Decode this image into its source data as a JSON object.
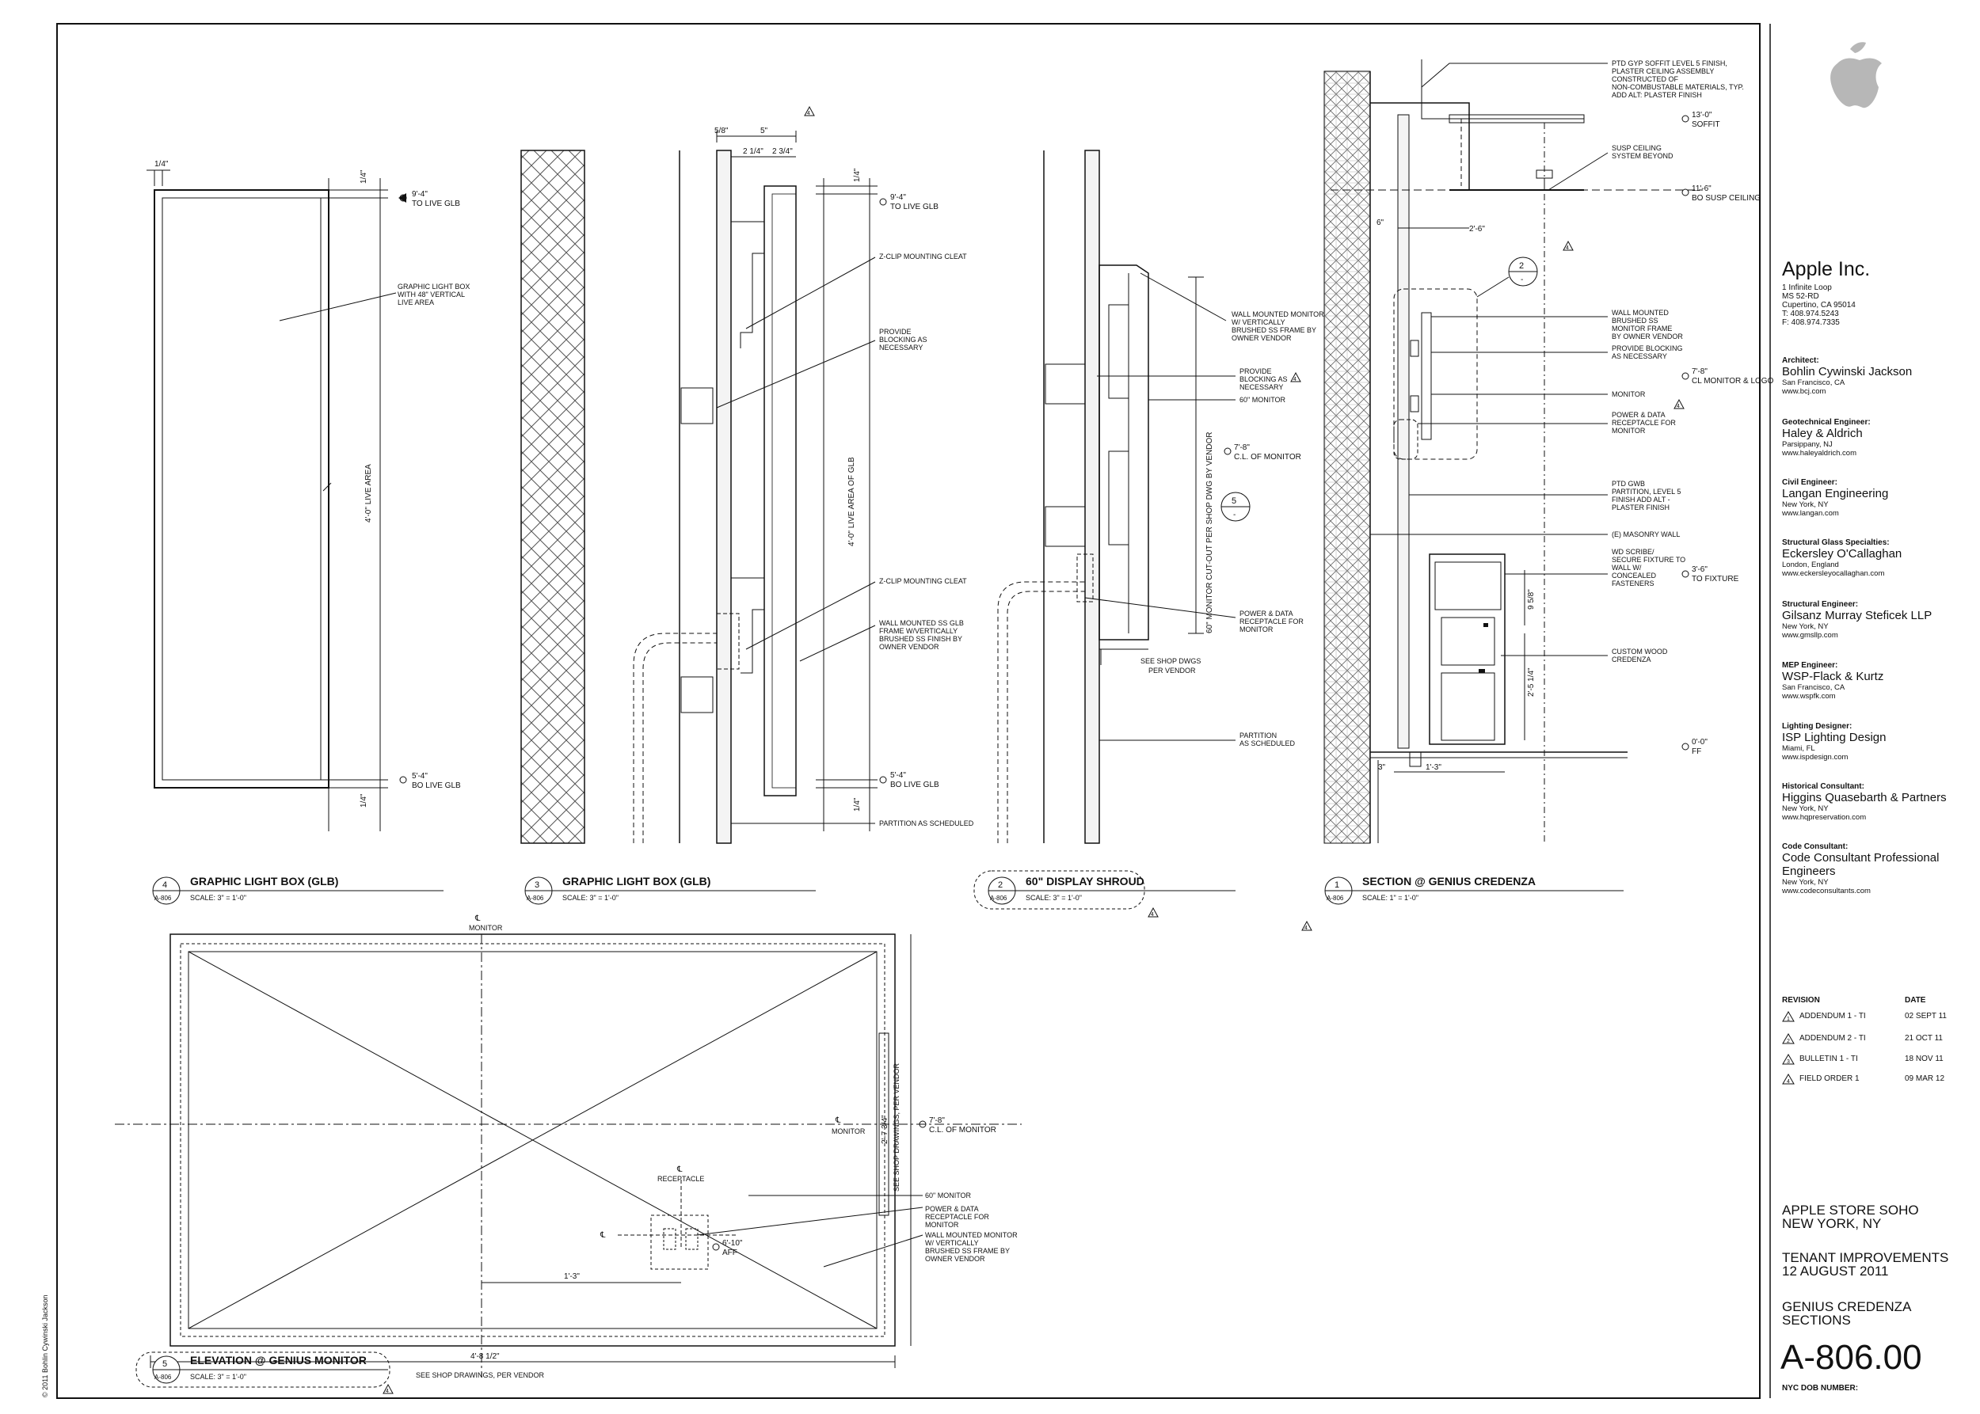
{
  "sheet": {
    "number": "A-806.00",
    "nyc_dob_label": "NYC DOB NUMBER:",
    "copyright": "© 2011 Bohlin Cywinski Jackson"
  },
  "client": {
    "name": "Apple Inc.",
    "address": [
      "1 Infinite Loop",
      "MS 52-RD",
      "Cupertino, CA 95014",
      "T: 408.974.5243",
      "F: 408.974.7335"
    ],
    "logo": "apple-logo"
  },
  "consultants": [
    {
      "role": "Architect:",
      "name": "Bohlin Cywinski Jackson",
      "lines": [
        "San Francisco, CA",
        "www.bcj.com"
      ]
    },
    {
      "role": "Geotechnical Engineer:",
      "name": "Haley & Aldrich",
      "lines": [
        "Parsippany, NJ",
        "www.haleyaldrich.com"
      ]
    },
    {
      "role": "Civil Engineer:",
      "name": "Langan Engineering",
      "lines": [
        "New York, NY",
        "www.langan.com"
      ]
    },
    {
      "role": "Structural Glass Specialties:",
      "name": "Eckersley O'Callaghan",
      "lines": [
        "London, England",
        "www.eckersleyocallaghan.com"
      ]
    },
    {
      "role": "Structural Engineer:",
      "name": "Gilsanz Murray Steficek LLP",
      "lines": [
        "New York, NY",
        "www.gmsllp.com"
      ]
    },
    {
      "role": "MEP Engineer:",
      "name": "WSP-Flack & Kurtz",
      "lines": [
        "San Francisco, CA",
        "www.wspfk.com"
      ]
    },
    {
      "role": "Lighting Designer:",
      "name": "ISP Lighting Design",
      "lines": [
        "Miami, FL",
        "www.ispdesign.com"
      ]
    },
    {
      "role": "Historical Consultant:",
      "name": "Higgins Quasebarth & Partners",
      "lines": [
        "New York, NY",
        "www.hqpreservation.com"
      ]
    },
    {
      "role": "Code Consultant:",
      "name": "Code Consultant Professional Engineers",
      "lines": [
        "New York, NY",
        "www.codeconsultants.com"
      ]
    }
  ],
  "revisions": {
    "header_revision": "REVISION",
    "header_date": "DATE",
    "rows": [
      {
        "tag": "1",
        "label": "ADDENDUM 1 - TI",
        "date": "02 SEPT 11"
      },
      {
        "tag": "2",
        "label": "ADDENDUM 2 - TI",
        "date": "21 OCT 11"
      },
      {
        "tag": "3",
        "label": "BULLETIN 1 - TI",
        "date": "18 NOV 11"
      },
      {
        "tag": "4",
        "label": "FIELD ORDER 1",
        "date": "09 MAR 12"
      }
    ]
  },
  "project": {
    "name_line1": "APPLE STORE SOHO",
    "name_line2": "NEW YORK, NY",
    "phase_line1": "TENANT IMPROVEMENTS",
    "phase_line2": "12 AUGUST 2011",
    "title_line1": "GENIUS CREDENZA",
    "title_line2": "SECTIONS"
  },
  "details": {
    "d4": {
      "number": "4",
      "ref": "A-806",
      "title": "GRAPHIC LIGHT BOX (GLB)",
      "scale": "SCALE:  3\" = 1'-0\"",
      "dims": {
        "top_gap": "1/4\"",
        "side_gap": "1/4\"",
        "bot_gap": "1/4\"",
        "height": "4'-0\" LIVE AREA"
      },
      "elev_top": {
        "value": "9'-4\"",
        "label": "TO LIVE GLB"
      },
      "elev_bot": {
        "value": "5'-4\"",
        "label": "BO LIVE GLB"
      },
      "note": [
        "GRAPHIC LIGHT BOX",
        "WITH 48\" VERTICAL",
        "LIVE AREA"
      ]
    },
    "d3": {
      "number": "3",
      "ref": "A-806",
      "title": "GRAPHIC LIGHT BOX (GLB)",
      "scale": "SCALE:  3\" = 1'-0\"",
      "dims": {
        "d1": "5/8\"",
        "d2": "5\"",
        "d3": "2 1/4\"",
        "d4": "2 3/4\"",
        "top_gap": "1/4\"",
        "bot_gap": "1/4\"",
        "height": "4'-0\" LIVE AREA OF GLB"
      },
      "rev_tag": "4",
      "elev_top": {
        "value": "9'-4\"",
        "label": "TO LIVE GLB"
      },
      "elev_bot": {
        "value": "5'-4\"",
        "label": "BO LIVE GLB"
      },
      "notes": [
        [
          "Z-CLIP MOUNTING CLEAT"
        ],
        [
          "PROVIDE",
          "BLOCKING AS",
          "NECESSARY"
        ],
        [
          "Z-CLIP MOUNTING CLEAT"
        ],
        [
          "WALL MOUNTED SS GLB",
          "FRAME W/VERTICALLY",
          "BRUSHED SS FINISH BY",
          "OWNER VENDOR"
        ],
        [
          "PARTITION AS SCHEDULED"
        ]
      ]
    },
    "d2": {
      "number": "2",
      "ref": "A-806",
      "title": "60\" DISPLAY SHROUD",
      "scale": "SCALE:  3\" = 1'-0\"",
      "rev_tag": "4",
      "vertical_dim": "60\" MONITOR CUT-OUT PER SHOP DWG BY VENDOR",
      "elev": {
        "value": "7'-8\"",
        "label": "C.L. OF MONITOR"
      },
      "callout": {
        "num": "5",
        "ref": "-"
      },
      "notes": [
        [
          "WALL MOUNTED MONITOR",
          "W/ VERTICALLY",
          "BRUSHED SS FRAME BY",
          "OWNER VENDOR"
        ],
        [
          "PROVIDE",
          "BLOCKING AS",
          "NECESSARY"
        ],
        [
          "60\" MONITOR"
        ],
        [
          "POWER & DATA",
          "RECEPTACLE FOR",
          "MONITOR"
        ],
        [
          "SEE SHOP DWGS",
          "PER VENDOR"
        ],
        [
          "PARTITION",
          "AS SCHEDULED"
        ]
      ]
    },
    "d1": {
      "number": "1",
      "ref": "A-806",
      "title": "SECTION @ GENIUS CREDENZA",
      "scale": "SCALE:  1\" = 1'-0\"",
      "rev_tag": "4",
      "callout": {
        "num": "2",
        "ref": "-"
      },
      "elevs": [
        {
          "value": "13'-0\"",
          "label": "SOFFIT"
        },
        {
          "value": "11'-6\"",
          "label": "BO SUSP CEILING"
        },
        {
          "value": "7'-8\"",
          "label": "CL MONITOR & LOGO"
        },
        {
          "value": "3'-6\"",
          "label": "TO FIXTURE"
        },
        {
          "value": "0'-0\"",
          "label": "FF"
        }
      ],
      "dims": {
        "a": "6\"",
        "b": "2'-6\"",
        "c": "9 5/8\"",
        "d": "2'-5 1/4\"",
        "e": "3\"",
        "f": "1'-3\""
      },
      "notes": [
        [
          "PTD GYP SOFFIT LEVEL 5 FINISH,",
          "PLASTER CEILING ASSEMBLY",
          "CONSTRUCTED OF",
          "NON-COMBUSTABLE MATERIALS, TYP.",
          "ADD ALT: PLASTER FINISH"
        ],
        [
          "SUSP CEILING",
          "SYSTEM BEYOND"
        ],
        [
          "WALL MOUNTED",
          "BRUSHED SS",
          "MONITOR FRAME",
          "BY OWNER VENDOR"
        ],
        [
          "PROVIDE BLOCKING",
          "AS NECESSARY"
        ],
        [
          "MONITOR"
        ],
        [
          "POWER & DATA",
          "RECEPTACLE FOR",
          "MONITOR"
        ],
        [
          "PTD GWB",
          "PARTITION, LEVEL 5",
          "FINISH ADD ALT -",
          "PLASTER FINISH"
        ],
        [
          "(E) MASONRY WALL"
        ],
        [
          "WD SCRIBE/",
          "SECURE FIXTURE TO",
          "WALL W/",
          "CONCEALED",
          "FASTENERS"
        ],
        [
          "CUSTOM WOOD",
          "CREDENZA"
        ]
      ]
    },
    "d5": {
      "number": "5",
      "ref": "A-806",
      "title": "ELEVATION @ GENIUS MONITOR",
      "scale": "SCALE:  3\" = 1'-0\"",
      "rev_tag": "4",
      "labels": {
        "cl_top": "MONITOR",
        "cl_right": "MONITOR",
        "receptacle": "RECEPTACLE",
        "cl_symbol": "℄",
        "width_dim": "4'-8 1/2\"",
        "shop_note": "SEE SHOP DRAWINGS, PER VENDOR",
        "height_dim": "2'-7 3/4\"",
        "height_note": "SEE SHOP DRAWINGS, PER VENDOR",
        "offset_dim": "1'-3\""
      },
      "elev_cl": {
        "value": "7'-8\"",
        "label": "C.L. OF MONITOR"
      },
      "elev_aff": {
        "value": "6'-10\"",
        "label": "AFF"
      },
      "notes": [
        [
          "60\" MONITOR"
        ],
        [
          "POWER & DATA",
          "RECEPTACLE FOR",
          "MONITOR"
        ],
        [
          "WALL MOUNTED MONITOR",
          "W/ VERTICALLY",
          "BRUSHED SS FRAME BY",
          "OWNER VENDOR"
        ]
      ]
    }
  }
}
